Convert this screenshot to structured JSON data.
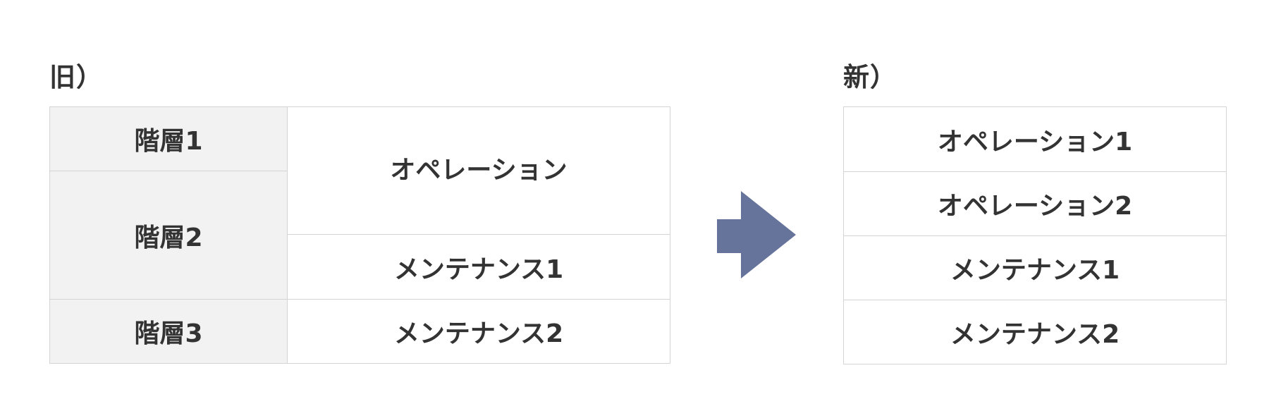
{
  "old_table": {
    "heading": "旧）",
    "levels": [
      "階層1",
      "階層2",
      "階層3"
    ],
    "items": [
      "オペレーション",
      "メンテナンス1",
      "メンテナンス2"
    ]
  },
  "new_table": {
    "heading": "新）",
    "items": [
      "オペレーション1",
      "オペレーション2",
      "メンテナンス1",
      "メンテナンス2"
    ]
  },
  "arrow": {
    "icon": "right-arrow-icon",
    "color": "#66739b"
  },
  "colors": {
    "text": "#333333",
    "border": "#d4d4d4",
    "level_fill": "#f2f2f2"
  }
}
